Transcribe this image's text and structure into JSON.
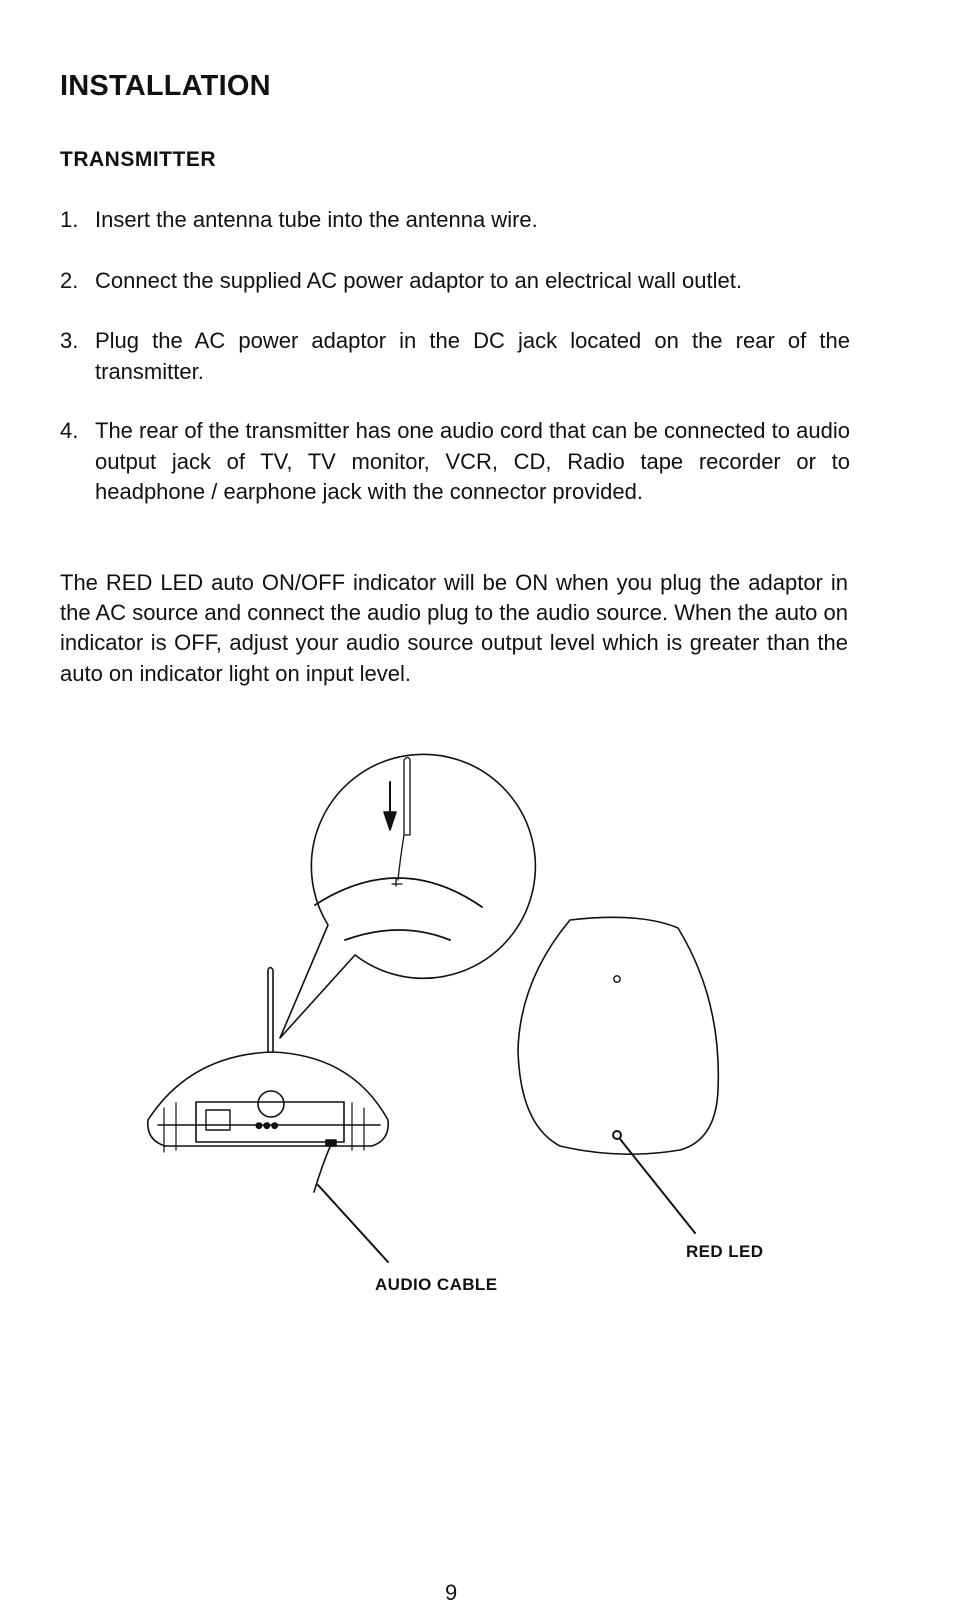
{
  "title": "INSTALLATION",
  "section": "TRANSMITTER",
  "steps": [
    {
      "num": "1.",
      "text": "Insert the antenna tube into the antenna wire."
    },
    {
      "num": "2.",
      "text": "Connect the supplied AC power adaptor to an electrical wall outlet."
    },
    {
      "num": "3.",
      "text": "Plug the AC power adaptor in the DC jack located on the rear of the transmitter."
    },
    {
      "num": "4.",
      "text": "The rear of the transmitter has one audio cord that can be connected to audio output jack of TV, TV monitor, VCR, CD, Radio tape recorder or to headphone / earphone jack with the connector provided."
    }
  ],
  "note": "The RED LED auto ON/OFF indicator will be ON when you plug the adaptor in the AC source and connect the audio plug to the audio source. When the auto on indicator is OFF, adjust your audio source output level which is greater than the auto on indicator light on input level.",
  "figure": {
    "audio_cable_label": "AUDIO CABLE",
    "red_led_label": "RED LED"
  },
  "page_number": "9"
}
